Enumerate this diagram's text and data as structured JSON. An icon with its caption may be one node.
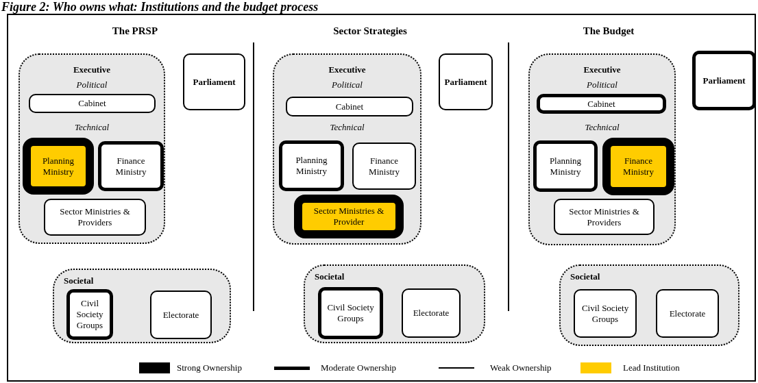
{
  "diagram": {
    "title": "Figure 2: Who owns what: Institutions and the budget process",
    "nodes": [
      {
        "text": [
          "Executive",
          "Political",
          "Technical"
        ]
      },
      {
        "text": [
          "Cabinet"
        ],
        "in": 0
      },
      {
        "text": [
          "Planning Ministry"
        ],
        "in": 0
      },
      {
        "text": [
          "Finance Ministry"
        ],
        "in": 0
      },
      {
        "text": [
          "Sector Ministries & Providers"
        ],
        "in": 0
      },
      {
        "text": [
          "Parliament"
        ]
      },
      {
        "text": [
          "Societal"
        ]
      },
      {
        "text": [
          "Civil Society Groups"
        ],
        "in": 6
      },
      {
        "text": [
          "Electorate"
        ],
        "in": 6
      },
      {
        "text": [
          "Executive",
          "Political",
          "Technical"
        ]
      },
      {
        "text": [
          "Cabinet"
        ],
        "in": 9
      },
      {
        "text": [
          "Planning Ministry"
        ],
        "in": 9
      },
      {
        "text": [
          "Finance Ministry"
        ],
        "in": 9
      },
      {
        "text": [
          "Sector Ministries & Provider"
        ],
        "in": 9
      },
      {
        "text": [
          "Parliament"
        ]
      },
      {
        "text": [
          "Societal"
        ]
      },
      {
        "text": [
          "Civil Society Groups"
        ],
        "in": 15
      },
      {
        "text": [
          "Electorate"
        ],
        "in": 15
      },
      {
        "text": [
          "Executive",
          "Political",
          "Technical"
        ]
      },
      {
        "text": [
          "Cabinet"
        ],
        "in": 18
      },
      {
        "text": [
          "Planning Ministry"
        ],
        "in": 18
      },
      {
        "text": [
          "Finance Ministry"
        ],
        "in": 18
      },
      {
        "text": [
          "Sector Ministries & Providers"
        ],
        "in": 18
      },
      {
        "text": [
          "Parliament"
        ]
      },
      {
        "text": [
          "Societal"
        ]
      },
      {
        "text": [
          "Civil Society Groups"
        ],
        "in": 24
      },
      {
        "text": [
          "Electorate"
        ],
        "in": 24
      }
    ],
    "edges": [],
    "labels": [
      "The PRSP",
      "Sector Strategies",
      "The Budget"
    ],
    "legend": [
      {
        "text": "Strong Ownership",
        "color": "#000000"
      },
      {
        "text": "Moderate Ownership"
      },
      {
        "text": "Weak Ownership"
      },
      {
        "text": "Lead Institution",
        "color": "#ffcc00"
      }
    ]
  }
}
